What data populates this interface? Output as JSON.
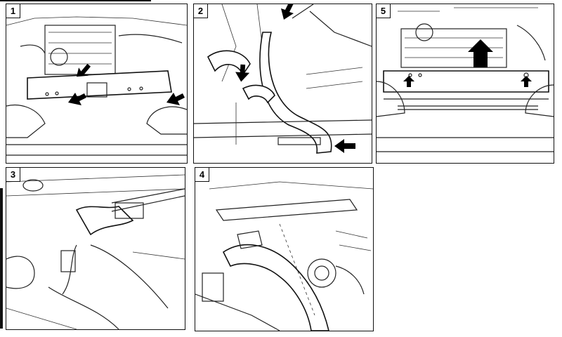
{
  "panels": [
    {
      "number": "1"
    },
    {
      "number": "2"
    },
    {
      "number": "5"
    },
    {
      "number": "3"
    },
    {
      "number": "4"
    }
  ]
}
